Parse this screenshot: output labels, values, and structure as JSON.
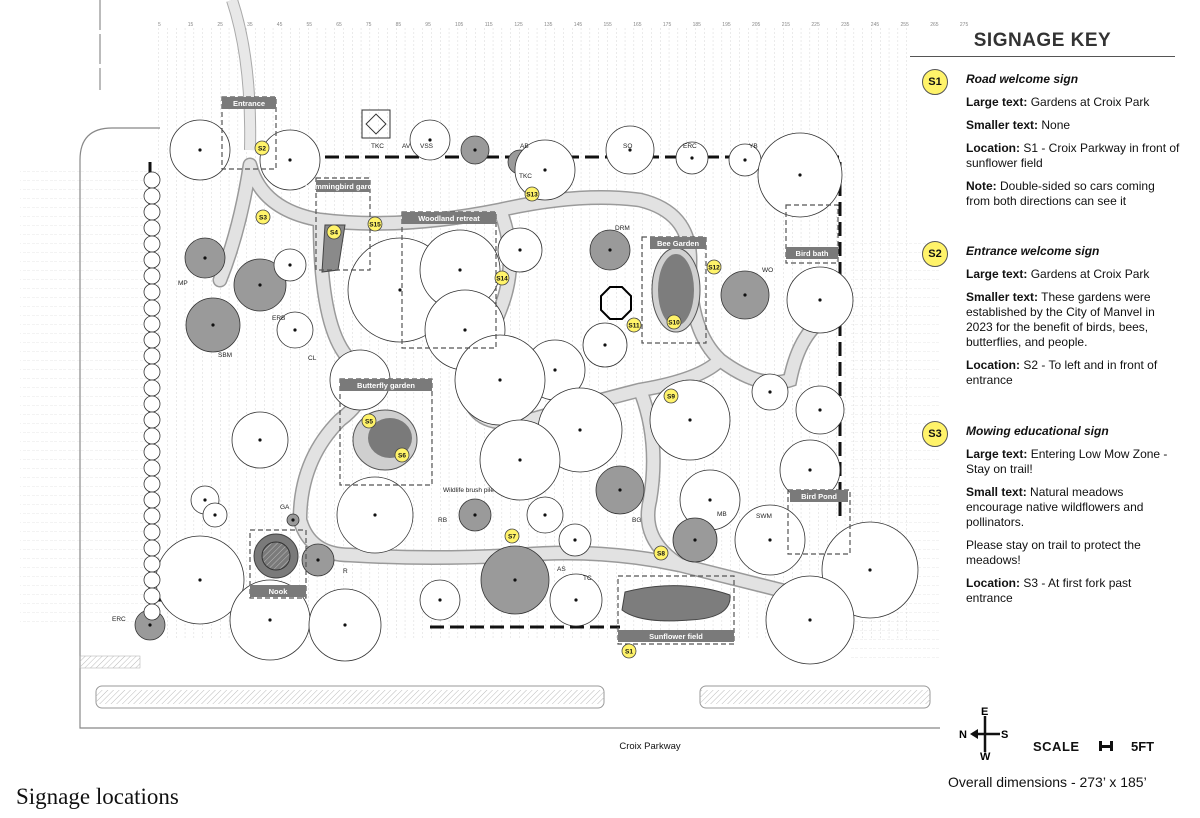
{
  "title": "Signage locations",
  "road_label": "Croix Parkway",
  "dimensions": "Overall dimensions - 273’ x 185’",
  "scale": {
    "label": "SCALE",
    "value": "5FT"
  },
  "compass": {
    "n": "N",
    "e": "E",
    "s": "S",
    "w": "W"
  },
  "signage_key": {
    "title": "SIGNAGE KEY",
    "signs": [
      {
        "id": "S1",
        "heading": "Road welcome sign",
        "rows": [
          {
            "label": "Large text:",
            "text": " Gardens at Croix Park"
          },
          {
            "label": "Smaller text:",
            "text": " None"
          },
          {
            "label": "Location:",
            "text": " S1 - Croix Parkway in front of sunflower field"
          },
          {
            "label": "Note:",
            "text": " Double-sided so cars coming from both directions can see it"
          }
        ]
      },
      {
        "id": "S2",
        "heading": "Entrance welcome sign",
        "rows": [
          {
            "label": "Large text:",
            "text": " Gardens at Croix Park"
          },
          {
            "label": "Smaller text:",
            "text": " These gardens were established by the City of Manvel in 2023 for the benefit of birds, bees, butterflies, and people."
          },
          {
            "label": "Location:",
            "text": " S2 - To left and in front of entrance"
          }
        ]
      },
      {
        "id": "S3",
        "heading": "Mowing educational sign",
        "rows": [
          {
            "label": "Large text:",
            "text": " Entering Low Mow Zone - Stay on trail!"
          },
          {
            "label": "Small text:",
            "text": " Natural meadows encourage native wildflowers and pollinators."
          },
          {
            "label": "",
            "text": "Please stay on trail to protect the meadows!"
          },
          {
            "label": "Location:",
            "text": " S3 - At first fork past entrance"
          }
        ]
      }
    ]
  },
  "plan": {
    "grid_ticks": [
      "5",
      "15",
      "25",
      "35",
      "45",
      "55",
      "65",
      "75",
      "85",
      "95",
      "105",
      "115",
      "125",
      "135",
      "145",
      "155",
      "165",
      "175",
      "185",
      "195",
      "205",
      "215",
      "225",
      "235",
      "245",
      "255",
      "265",
      "275"
    ],
    "zones": [
      "Entrance",
      "Hummingbird garden",
      "Woodland retreat",
      "Bee Garden",
      "Bird bath",
      "Butterfly garden",
      "Bird Pond",
      "Nook",
      "Sunflower field"
    ],
    "sign_markers": [
      "S1",
      "S2",
      "S3",
      "S4",
      "S5",
      "S6",
      "S7",
      "S8",
      "S9",
      "S10",
      "S11",
      "S12",
      "S13",
      "S14",
      "S15"
    ],
    "plant_labels": [
      "TKC",
      "AV",
      "VSS",
      "AB",
      "SO",
      "ERC",
      "YB",
      "TKC",
      "DRM",
      "WO",
      "MP",
      "ERB",
      "CL",
      "SBM",
      "GA",
      "RB",
      "BG",
      "MB",
      "SWM",
      "AS",
      "TC",
      "R",
      "ERC"
    ],
    "annotations": [
      "Wildlife brush pile"
    ]
  },
  "colors": {
    "sign_badge": "#fff36a",
    "zone_label_bg": "#7a7a7a",
    "tree_fill": "#9a9a9a"
  }
}
